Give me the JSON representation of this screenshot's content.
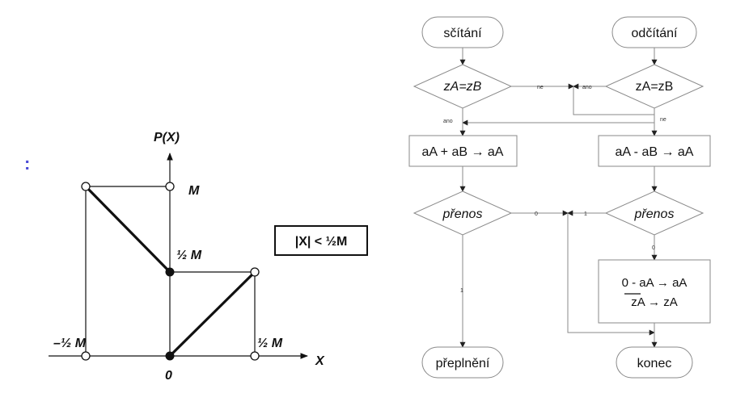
{
  "graph": {
    "marker": ":",
    "y_axis_label": "P(X)",
    "x_axis_label": "X",
    "label_M": "M",
    "label_half_M_mid": "½ M",
    "label_neg_half_M": "–½ M",
    "label_half_M_right": "½ M",
    "label_zero": "0",
    "condition_box": "|X| < ½M",
    "colors": {
      "marker": "#4a4ad6",
      "line": "#111111"
    }
  },
  "flowchart": {
    "start_add": "sčítání",
    "start_sub": "odčítání",
    "decision_left_sign": "zA=zB",
    "decision_right_sign": "zA=zB",
    "edge_ne_top": "ne",
    "edge_ano_top": "ano",
    "edge_ano_left": "ano",
    "edge_ne_right": "ne",
    "process_add": "aA + aB → aA",
    "process_sub": "aA - aB → aA",
    "decision_carry_left": "přenos",
    "decision_carry_right": "přenos",
    "edge_0_left": "0",
    "edge_1_right": "1",
    "edge_1_down": "1",
    "edge_0_down": "0",
    "process_negate_line1": "0 - aA → aA",
    "process_negate_line2": "zA → zA",
    "end_overflow": "přeplnění",
    "end_done": "konec",
    "colors": {
      "border": "#8a8a8a",
      "arrow": "#222222"
    }
  }
}
